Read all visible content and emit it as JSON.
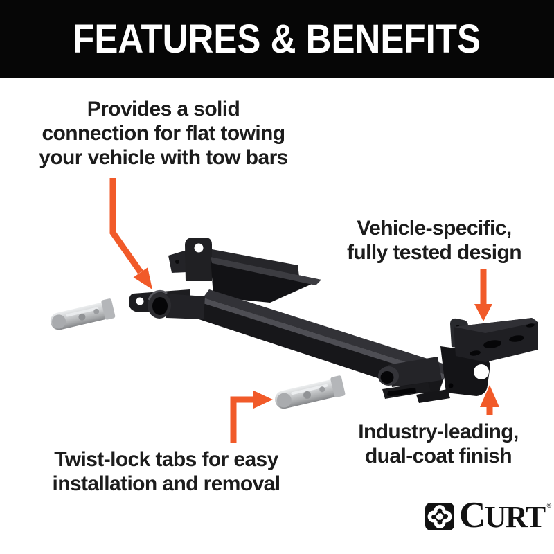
{
  "header": {
    "title": "FEATURES & BENEFITS"
  },
  "callouts": {
    "flat_towing": {
      "lines": [
        "Provides a solid",
        "connection for flat towing",
        "your vehicle with tow bars"
      ]
    },
    "vehicle_specific": {
      "lines": [
        "Vehicle-specific,",
        "fully tested design"
      ]
    },
    "twist_lock": {
      "lines": [
        "Twist-lock tabs for easy",
        "installation and removal"
      ]
    },
    "dual_coat": {
      "lines": [
        "Industry-leading,",
        "dual-coat finish"
      ]
    }
  },
  "logo": {
    "brand": "CURT",
    "registered_mark": "®"
  },
  "icons": {
    "callout_arrow": "orange-arrow",
    "brand_mark": "curt-quatrefoil"
  },
  "colors": {
    "accent_orange": "#F15A29",
    "banner_black": "#060606",
    "text_ink": "#1C1C1C",
    "background": "#FFFFFF",
    "product_black": "#17171A",
    "pin_silver": "#C7C9CB"
  }
}
